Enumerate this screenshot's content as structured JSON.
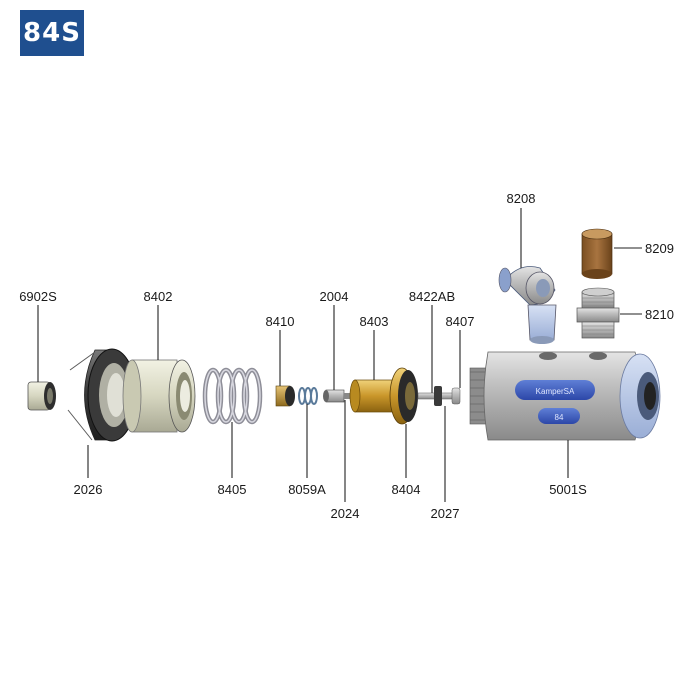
{
  "badge": {
    "text": "84S",
    "color": "#1f4f8f"
  },
  "product_text": {
    "brand": "KamperSA",
    "mark": "84"
  },
  "parts": [
    {
      "id": "6902S"
    },
    {
      "id": "2026"
    },
    {
      "id": "8402"
    },
    {
      "id": "8405"
    },
    {
      "id": "8410"
    },
    {
      "id": "8059A"
    },
    {
      "id": "2004"
    },
    {
      "id": "2024"
    },
    {
      "id": "8403"
    },
    {
      "id": "8404"
    },
    {
      "id": "8422AB"
    },
    {
      "id": "2027"
    },
    {
      "id": "8407"
    },
    {
      "id": "5001S"
    },
    {
      "id": "8208"
    },
    {
      "id": "8209"
    },
    {
      "id": "8210"
    }
  ]
}
